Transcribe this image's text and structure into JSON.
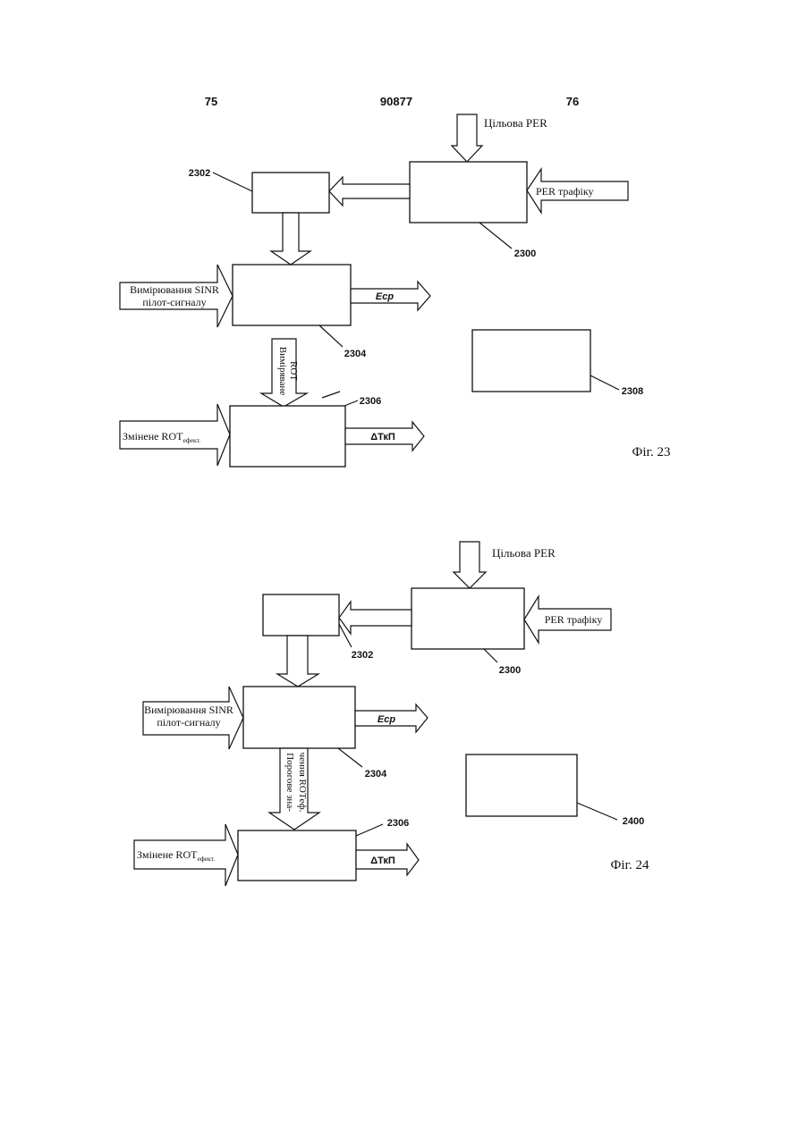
{
  "header": {
    "page_left": "75",
    "patent_number": "90877",
    "page_right": "76"
  },
  "fig23": {
    "caption": "Фіг. 23",
    "input_target_per": "Цільова PER",
    "input_traffic_per": "PER трафіку",
    "input_sinr_line1": "Вимірювання SINR",
    "input_sinr_line2": "пілот-сигналу",
    "input_changed_rot_main": "Змінене ROT",
    "input_changed_rot_sub": "ефект.",
    "measured_rot_line1": "Виміряване",
    "measured_rot_line2": "ROT",
    "output_ecp": "Eср",
    "output_dtkp": "ΔТкП",
    "labels": {
      "b2300": "2300",
      "b2302": "2302",
      "b2304": "2304",
      "b2306": "2306",
      "b2308": "2308"
    }
  },
  "fig24": {
    "caption": "Фіг. 24",
    "input_target_per": "Цільова PER",
    "input_traffic_per": "PER трафіку",
    "input_sinr_line1": "Вимірювання SINR",
    "input_sinr_line2": "пілот-сигналу",
    "input_changed_rot_main": "Змінене ROT",
    "input_changed_rot_sub": "ефект.",
    "threshold_line1": "Порогове зна-",
    "threshold_line2": "чення ROTеф.",
    "output_ecp": "Eср",
    "output_dtkp": "ΔТкП",
    "labels": {
      "b2300": "2300",
      "b2302": "2302",
      "b2304": "2304",
      "b2306": "2306",
      "b2400": "2400"
    }
  }
}
